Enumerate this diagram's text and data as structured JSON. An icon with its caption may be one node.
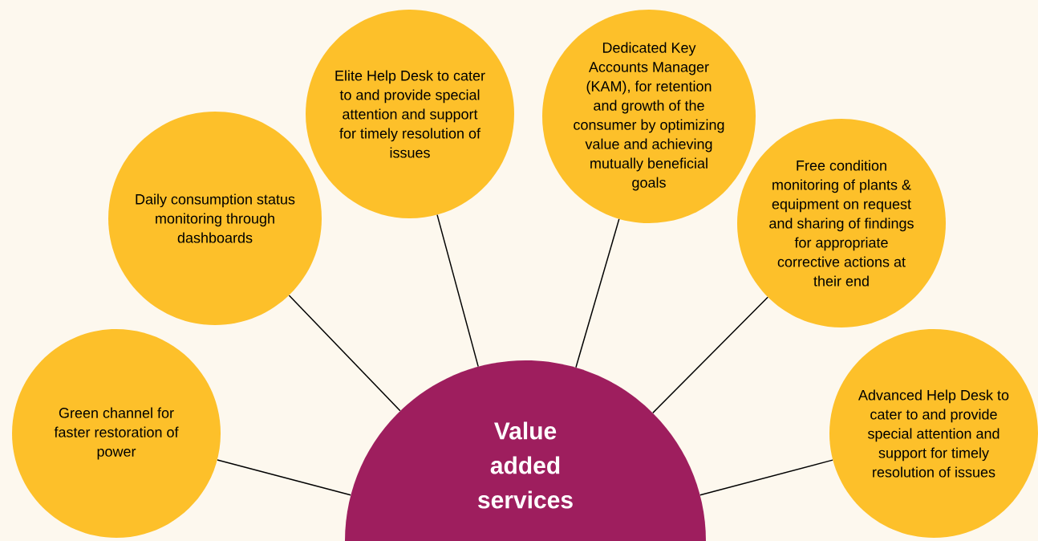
{
  "diagram": {
    "nodes": [
      {
        "text": [
          "Value added services"
        ]
      },
      {
        "text": [
          "Green channel for faster restoration of power"
        ]
      },
      {
        "text": [
          "Daily consumption status monitoring through dashboards"
        ]
      },
      {
        "text": [
          "Elite Help Desk to cater to and provide special attention and support for timely resolution of issues"
        ]
      },
      {
        "text": [
          "Dedicated Key Accounts Manager (KAM), for retention and growth of the consumer by optimizing value and achieving mutually beneficial goals"
        ]
      },
      {
        "text": [
          "Free condition monitoring of plants & equipment on request and sharing of findings for appropriate corrective actions at their end"
        ]
      },
      {
        "text": [
          "Advanced Help Desk to cater to and provide special attention and support for timely resolution of issues"
        ]
      }
    ],
    "edges": [
      {
        "from": 0,
        "to": 1,
        "arrow": "none"
      },
      {
        "from": 0,
        "to": 2,
        "arrow": "none"
      },
      {
        "from": 0,
        "to": 3,
        "arrow": "none"
      },
      {
        "from": 0,
        "to": 4,
        "arrow": "none"
      },
      {
        "from": 0,
        "to": 5,
        "arrow": "none"
      },
      {
        "from": 0,
        "to": 6,
        "arrow": "none"
      }
    ]
  }
}
